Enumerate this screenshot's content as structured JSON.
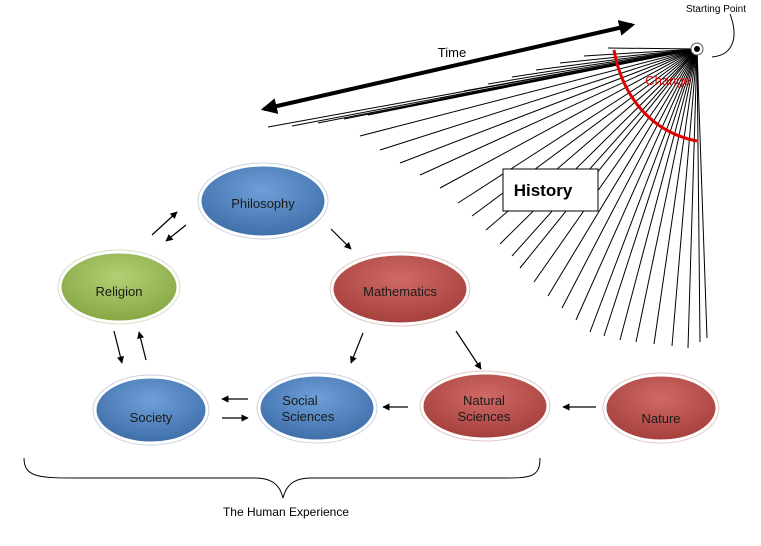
{
  "labels": {
    "starting_point": "Starting Point",
    "time": "Time",
    "change": "Change",
    "history": "History",
    "human_experience": "The Human Experience"
  },
  "nodes": {
    "philosophy": {
      "label": "Philosophy"
    },
    "mathematics": {
      "label": "Mathematics"
    },
    "religion": {
      "label": "Religion"
    },
    "society": {
      "label": "Society"
    },
    "social_sciences": {
      "label_line1": "Social",
      "label_line2": "Sciences"
    },
    "natural_sciences": {
      "label_line1": "Natural",
      "label_line2": "Sciences"
    },
    "nature": {
      "label": "Nature"
    }
  },
  "colors": {
    "blue": "#4f81bd",
    "red": "#c0504d",
    "green": "#9bbb59",
    "change_arc": "#e00000",
    "change_text": "#e00000",
    "line": "#000000"
  }
}
